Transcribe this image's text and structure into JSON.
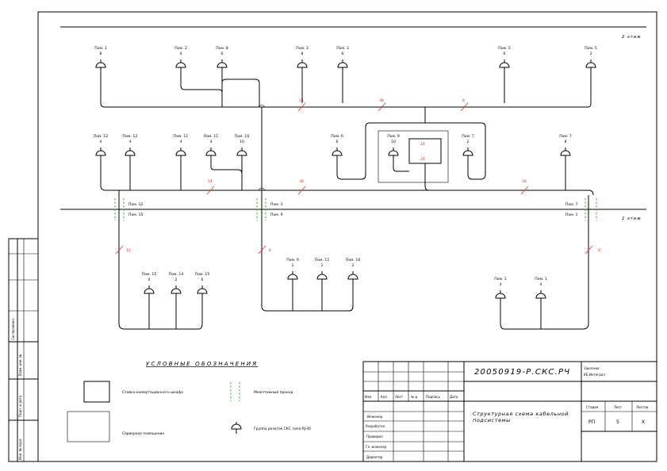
{
  "floors": {
    "floor2": "2 этаж",
    "floor1": "1 этаж"
  },
  "row1": [
    {
      "id": "s1",
      "pos": "Пом. 1",
      "cnt": "8"
    },
    {
      "id": "s2",
      "pos": "Пом. 2",
      "cnt": "4"
    },
    {
      "id": "s3",
      "pos": "Пом. 8",
      "cnt": "6"
    },
    {
      "id": "s4",
      "pos": "Пом. 3",
      "cnt": "8"
    },
    {
      "id": "s5",
      "pos": "Пом. 3",
      "cnt": "6"
    },
    {
      "id": "s6",
      "pos": "Пом. 5",
      "cnt": "6"
    },
    {
      "id": "s7",
      "pos": "Пом. 5",
      "cnt": "2"
    }
  ],
  "row2": [
    {
      "id": "s8",
      "pos": "Пом. 12",
      "cnt": "4"
    },
    {
      "id": "s9",
      "pos": "Пом. 12",
      "cnt": "4"
    },
    {
      "id": "s10",
      "pos": "Пом. 11",
      "cnt": "4"
    },
    {
      "id": "s11",
      "pos": "Пом. 11",
      "cnt": "4"
    },
    {
      "id": "s12",
      "pos": "Пом. 10",
      "cnt": "10"
    },
    {
      "id": "s13",
      "pos": "Пом. 6",
      "cnt": "6"
    },
    {
      "id": "s14",
      "pos": "Пом. 9",
      "cnt": "10"
    },
    {
      "id": "s15",
      "pos": "Пом. 7",
      "cnt": "2"
    },
    {
      "id": "s16",
      "pos": "Пом. 7",
      "cnt": "8"
    }
  ],
  "row3": [
    {
      "id": "s17",
      "pos": "Пом. 15",
      "cnt": "4"
    },
    {
      "id": "s18",
      "pos": "Пом. 14",
      "cnt": "2"
    },
    {
      "id": "s19",
      "pos": "Пом. 15",
      "cnt": "6"
    },
    {
      "id": "s20",
      "pos": "Пом. 9",
      "cnt": "2"
    },
    {
      "id": "s21",
      "pos": "Пом. 11",
      "cnt": "2"
    },
    {
      "id": "s22",
      "pos": "Пом. 16",
      "cnt": "2"
    },
    {
      "id": "s23",
      "pos": "Пом. 1",
      "cnt": "4"
    },
    {
      "id": "s24",
      "pos": "Пом. 1",
      "cnt": "4"
    }
  ],
  "cable_counts": {
    "c1": "24",
    "c2": "38",
    "c3": "8",
    "c4": "24",
    "c5": "38",
    "c6": "18",
    "c7": "12",
    "c8": "6",
    "c9": "8"
  },
  "rack_labels": {
    "upper": "24",
    "lower": "24"
  },
  "risers": {
    "left_top": "Пом. 12",
    "left_bottom": "Пом. 15",
    "mid_top": "Пом. 3",
    "mid_bottom": "Пом. 9",
    "right_top": "Пом. 7",
    "right_bottom": "Пом. 1"
  },
  "legend": {
    "heading": "УСЛОВНЫЕ ОБОЗНАЧЕНИЯ",
    "rack": "Стойка коммутационного шкафа",
    "server": "Серверное помещение",
    "passage": "Межэтажный проход",
    "socket": "Группа розеток СКС типа RJ-45"
  },
  "stamp": {
    "code": "20050919-Р.СКС.РЧ",
    "customer_label": "Заказчик:",
    "customer": "КБ Интеграл",
    "title": "Структурная схема кабельной подсистемы",
    "cols": [
      "Изм.",
      "Кол.",
      "Лист",
      "№ д.",
      "Подпись",
      "Дата"
    ],
    "roles": [
      "Инженер",
      "Разработал",
      "Проверил",
      "Гл. инженер",
      "Директор"
    ],
    "stage_label": "Стадия",
    "sheet_label": "Лист",
    "sheets_label": "Листов",
    "stage": "РП",
    "sheet": "5",
    "sheets": "Х"
  },
  "side_labels": {
    "agreed": "Согласовано",
    "inv_repl": "Взам. инв. №",
    "sign_date": "Подп. и дата",
    "inv_orig": "Инв. № подл."
  }
}
